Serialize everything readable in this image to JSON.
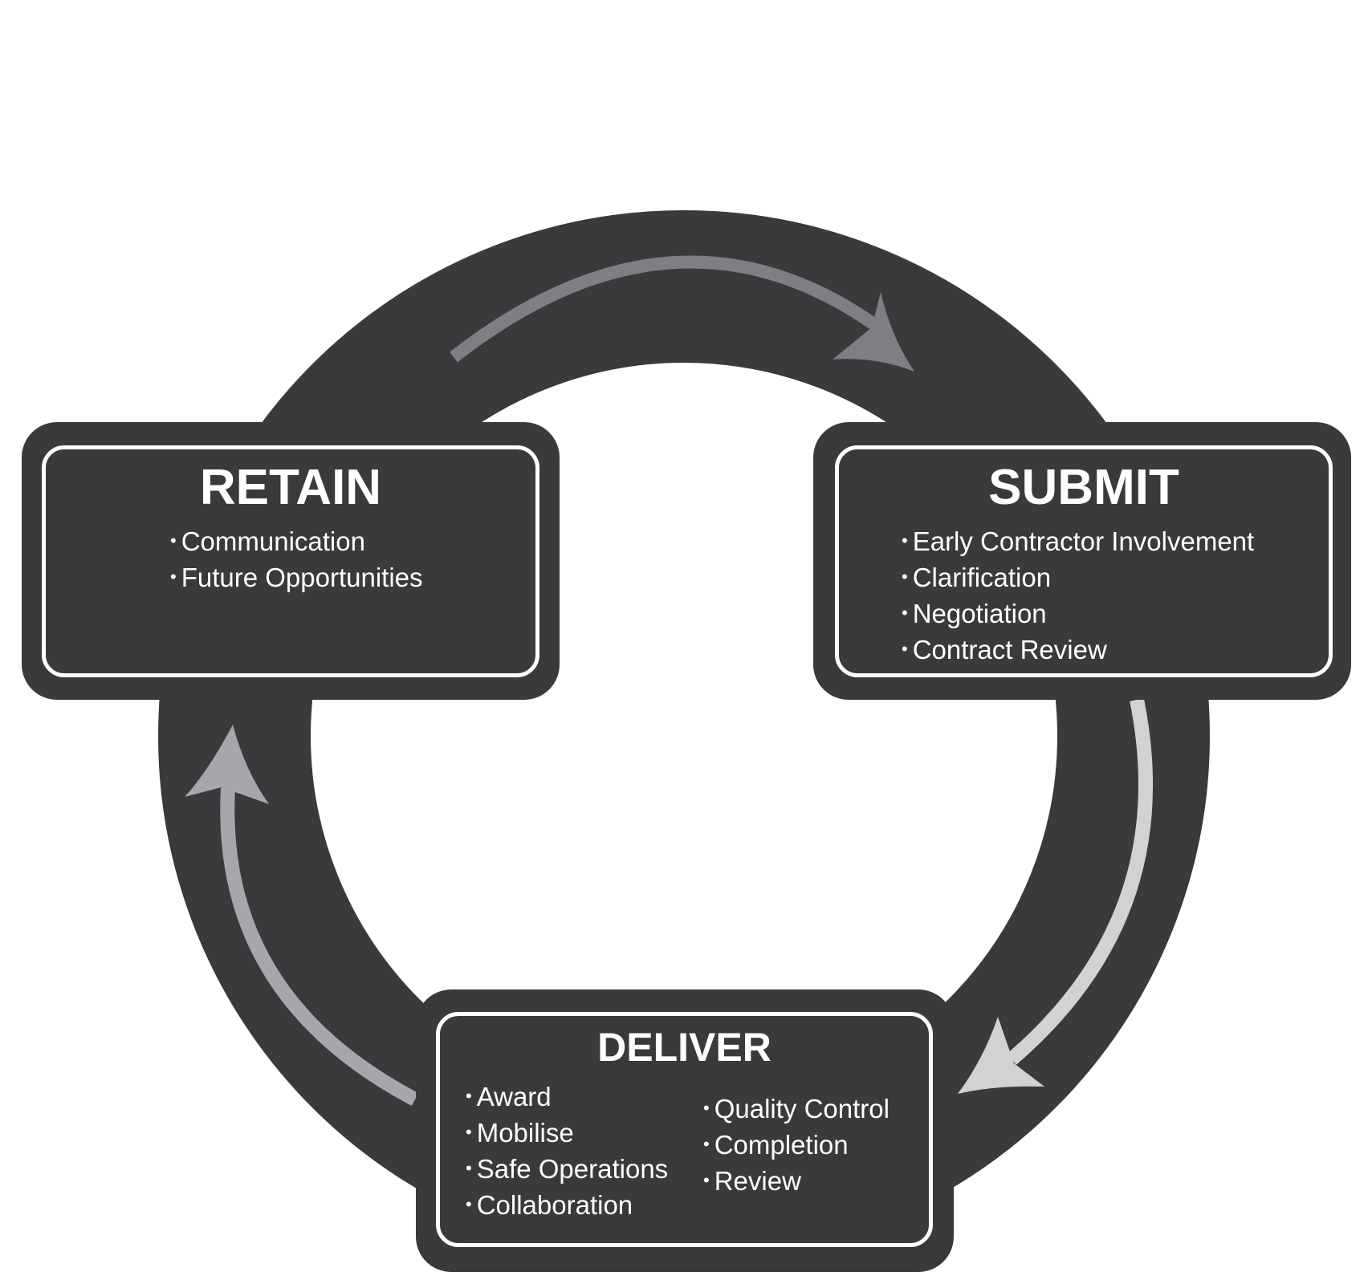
{
  "diagram": {
    "type": "cycle",
    "colors": {
      "ring": "#3a3a3c",
      "box_border": "#ffffff",
      "text": "#ffffff",
      "arrow_top": "#7e7f83",
      "arrow_right": "#d1d2d4",
      "arrow_left": "#a6a7ab",
      "background": "#ffffff"
    },
    "stages": [
      {
        "id": "retain",
        "title": "RETAIN",
        "items": [
          "Communication",
          "Future Opportunities"
        ]
      },
      {
        "id": "submit",
        "title": "SUBMIT",
        "items": [
          "Early Contractor Involvement",
          "Clarification",
          "Negotiation",
          "Contract Review"
        ]
      },
      {
        "id": "deliver",
        "title": "DELIVER",
        "items_left": [
          "Award",
          "Mobilise",
          "Safe Operations",
          "Collaboration"
        ],
        "items_right": [
          "Quality Control",
          "Completion",
          "Review"
        ]
      }
    ],
    "flow": [
      {
        "from": "RETAIN",
        "to": "SUBMIT",
        "arrow": "top-arrow-icon"
      },
      {
        "from": "SUBMIT",
        "to": "DELIVER",
        "arrow": "right-arrow-icon"
      },
      {
        "from": "DELIVER",
        "to": "RETAIN",
        "arrow": "left-arrow-icon"
      }
    ]
  }
}
